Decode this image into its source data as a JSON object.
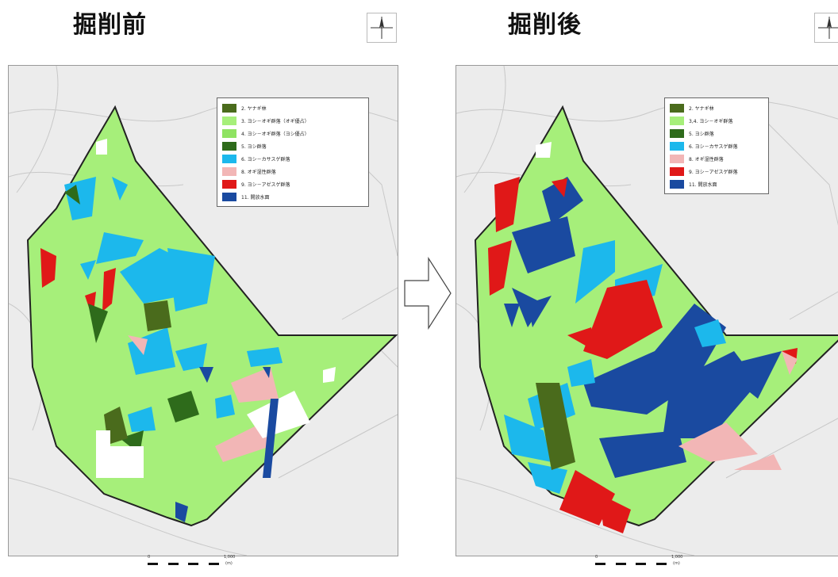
{
  "before": {
    "title": "掘削前",
    "legend": [
      {
        "label": "2. ヤナギ林",
        "color": "#4a6b1c"
      },
      {
        "label": "3. ヨシ－オギ群落（オギ優占）",
        "color": "#a6ef7a"
      },
      {
        "label": "4. ヨシ－オギ群落（ヨシ優占）",
        "color": "#8fe362"
      },
      {
        "label": "5. ヨシ群落",
        "color": "#2e6b1b"
      },
      {
        "label": "6. ヨシ－カサスゲ群落",
        "color": "#1cb8ec"
      },
      {
        "label": "8. オギ湿性群落",
        "color": "#f2b6b6"
      },
      {
        "label": "9. ヨシ－アゼスゲ群落",
        "color": "#e01818"
      },
      {
        "label": "11. 開放水面",
        "color": "#1a4aa0"
      }
    ],
    "scale": {
      "zero": "0",
      "distance": "1,000",
      "unit": "(m)"
    }
  },
  "after": {
    "title": "掘削後",
    "legend": [
      {
        "label": "2. ヤナギ林",
        "color": "#4a6b1c"
      },
      {
        "label": "3,4. ヨシ－オギ群落",
        "color": "#a6ef7a"
      },
      {
        "label": "5. ヨシ群落",
        "color": "#2e6b1b"
      },
      {
        "label": "6. ヨシ－カサスゲ群落",
        "color": "#1cb8ec"
      },
      {
        "label": "8. オギ湿性群落",
        "color": "#f2b6b6"
      },
      {
        "label": "9. ヨシ－アゼスゲ群落",
        "color": "#e01818"
      },
      {
        "label": "11. 開放水面",
        "color": "#1a4aa0"
      }
    ],
    "scale": {
      "zero": "0",
      "distance": "1,000",
      "unit": "(m)"
    }
  },
  "icons": {
    "compass": "north-arrow-icon",
    "arrow": "right-arrow-icon"
  }
}
